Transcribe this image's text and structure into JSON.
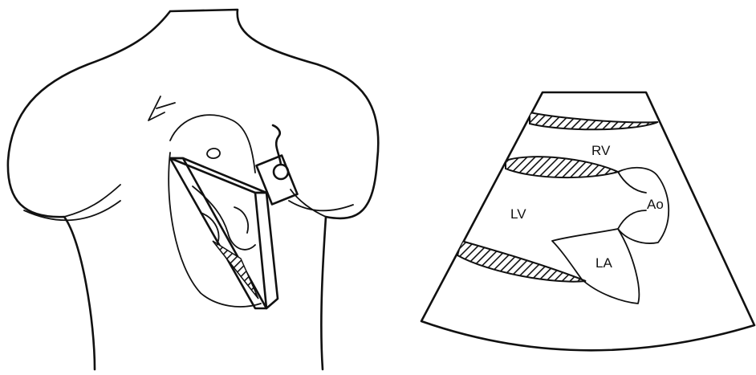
{
  "labels": {
    "rv": "RV",
    "ao": "Ao",
    "lv": "LV",
    "la": "LA"
  },
  "colors": {
    "ink": "#111111",
    "background": "#ffffff"
  }
}
